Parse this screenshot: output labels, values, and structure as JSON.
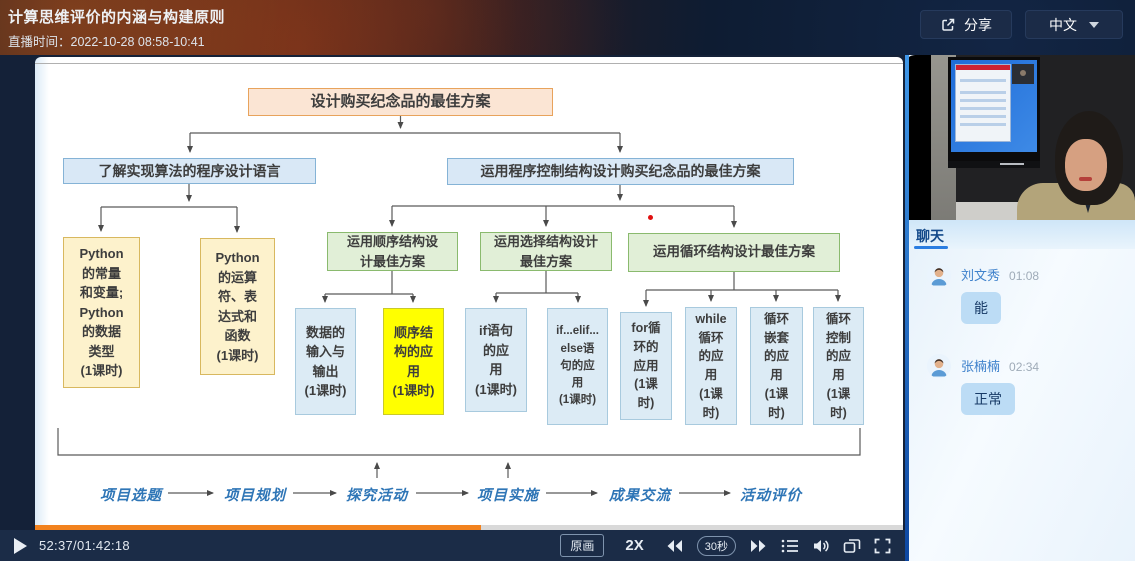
{
  "header": {
    "title": "计算思维评价的内涵与构建原则",
    "broadcast_line": "直播时间：2022-10-28 08:58-10:41",
    "share_label": "分享",
    "language_label": "中文"
  },
  "diagram": {
    "boxes": [
      {
        "id": "root",
        "style": "peach",
        "text": "设计购买纪念品的最佳方案"
      },
      {
        "id": "lang",
        "style": "blue",
        "text": "了解实现算法的程序设计语言"
      },
      {
        "id": "ctrl",
        "style": "blue",
        "text": "运用程序控制结构设计购买纪念品的最佳方案"
      },
      {
        "id": "py1",
        "style": "cream",
        "text": "Python\n的常量\n和变量;\nPython\n的数据\n类型\n(1课时)"
      },
      {
        "id": "py2",
        "style": "cream",
        "text": "Python\n的运算\n符、表\n达式和\n函数\n(1课时)"
      },
      {
        "id": "seq",
        "style": "green",
        "text": "运用顺序结构设\n计最佳方案"
      },
      {
        "id": "sel",
        "style": "green",
        "text": "运用选择结构设计\n最佳方案"
      },
      {
        "id": "loop",
        "style": "green",
        "text": "运用循环结构设计最佳方案"
      },
      {
        "id": "io",
        "style": "lblue",
        "text": "数据的\n输入与\n输出\n(1课时)"
      },
      {
        "id": "seqapp",
        "style": "yellow",
        "text": "顺序结\n构的应\n用\n(1课时)"
      },
      {
        "id": "if",
        "style": "lblue",
        "text": "if语句\n的应\n用\n(1课时)"
      },
      {
        "id": "ifelif",
        "style": "lblue",
        "text": "if...elif...\nelse语\n句的应\n用\n(1课时)"
      },
      {
        "id": "for",
        "style": "lblue",
        "text": "for循\n环的\n应用\n(1课\n时)"
      },
      {
        "id": "while",
        "style": "lblue",
        "text": "while\n循环\n的应\n用\n(1课\n时)"
      },
      {
        "id": "nest",
        "style": "lblue",
        "text": "循环\n嵌套\n的应\n用\n(1课\n时)"
      },
      {
        "id": "lctrl",
        "style": "lblue",
        "text": "循环\n控制\n的应\n用\n(1课\n时)"
      }
    ]
  },
  "flow": {
    "steps": [
      "项目选题",
      "项目规划",
      "探究活动",
      "项目实施",
      "成果交流",
      "活动评价"
    ]
  },
  "player": {
    "time_display": "52:37/01:42:18",
    "quality_label": "原画",
    "speed_label": "2X",
    "skip_label": "30秒",
    "progress_percent": 51.4
  },
  "chat": {
    "tab_label": "聊天",
    "messages": [
      {
        "name": "刘文秀",
        "time": "01:08",
        "text": "能"
      },
      {
        "name": "张楠楠",
        "time": "02:34",
        "text": "正常"
      }
    ]
  },
  "colors": {
    "accent_orange": "#f2821e",
    "highlight_yellow": "#ffff00",
    "chat_accent": "#2a7de1",
    "flow_text_blue": "#2e75b6",
    "laser_dot_red": "#e01010"
  }
}
